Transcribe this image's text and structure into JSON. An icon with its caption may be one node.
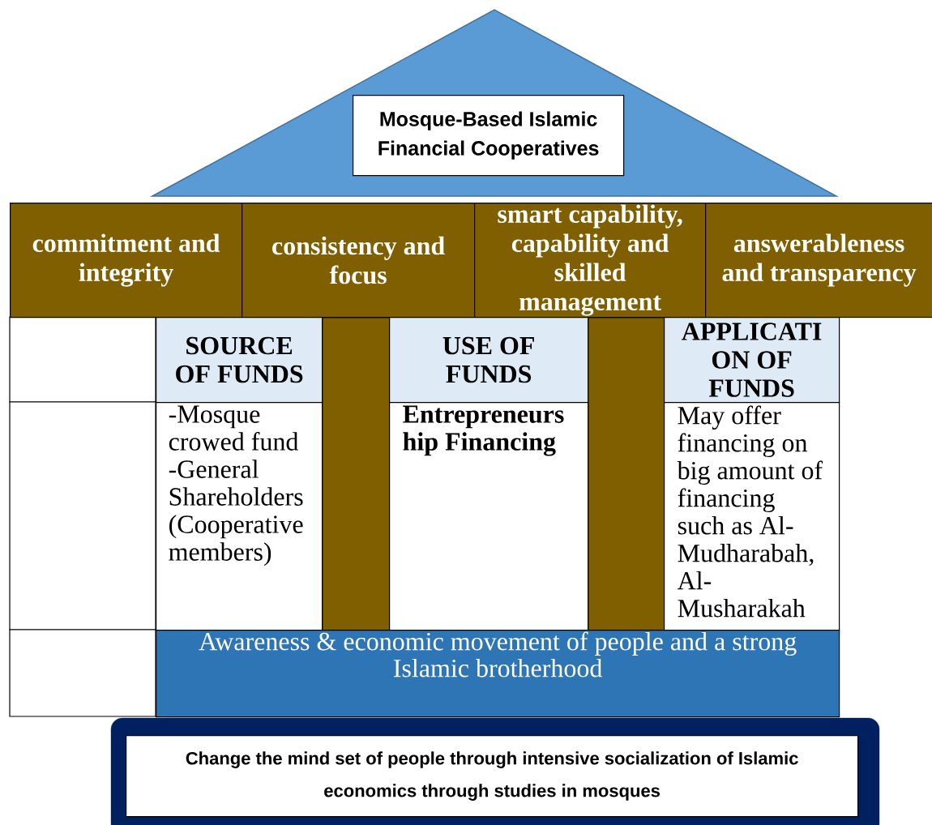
{
  "diagram": {
    "nodes": [
      {
        "text": [
          "Mosque-Based Islamic Financial Cooperatives"
        ]
      },
      {
        "text": [
          "commitment and integrity"
        ]
      },
      {
        "text": [
          "consistency and focus"
        ]
      },
      {
        "text": [
          "smart capability, capability and skilled management"
        ]
      },
      {
        "text": [
          "answerableness and transparency"
        ]
      },
      {
        "text": [
          "SOURCE OF FUNDS"
        ]
      },
      {
        "text": [
          "USE OF FUNDS"
        ]
      },
      {
        "text": [
          "APPLICATI ON OF FUNDS"
        ]
      },
      {
        "text": [
          "-Mosque crowed fund -General Shareholders (Cooperative members)"
        ]
      },
      {
        "text": [
          "Entrepreneurs hip Financing"
        ]
      },
      {
        "text": [
          "May offer financing on big amount of financing such as Al- Mudharabah, Al- Musharakah"
        ]
      },
      {
        "text": [
          "Awareness & economic movement of people and a strong Islamic brotherhood"
        ]
      },
      {
        "text": [
          "Change the mind set of people through intensive socialization of Islamic economics through studies in mosques"
        ]
      },
      {
        "text": [],
        "shape": "bar"
      },
      {
        "text": [],
        "shape": "bar"
      }
    ]
  }
}
